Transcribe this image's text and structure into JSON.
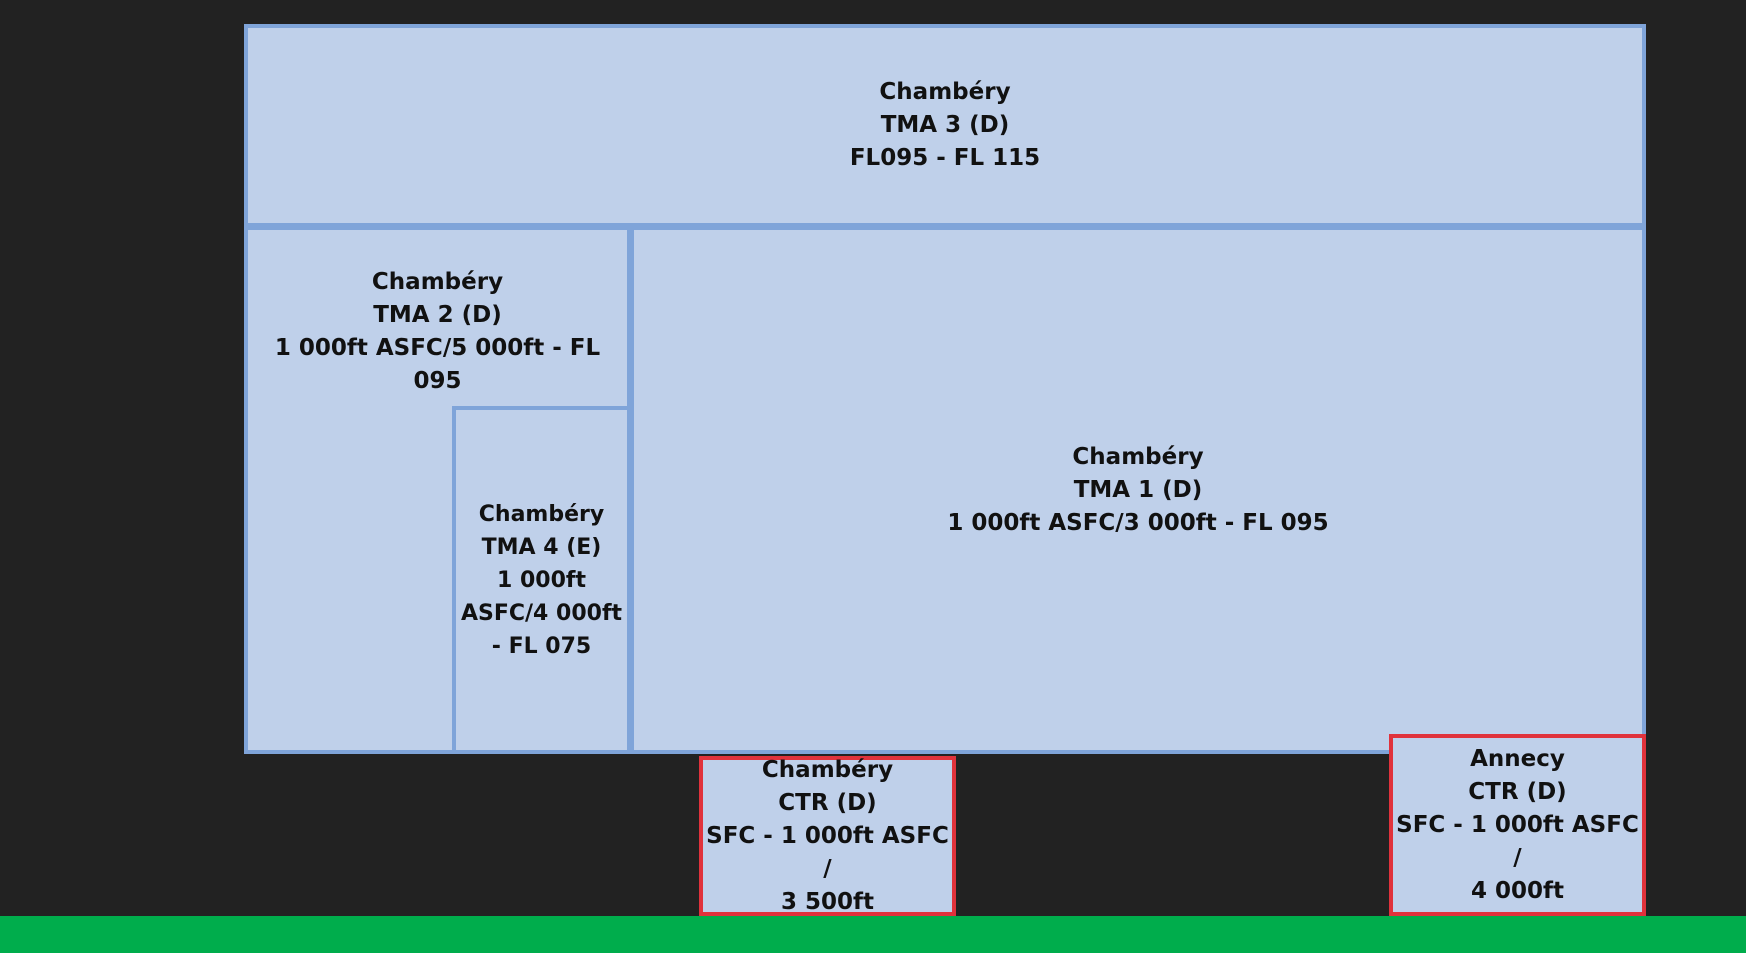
{
  "zones": {
    "tma3": {
      "name": "Chambéry",
      "designation": "TMA 3 (D)",
      "limits": "FL095 - FL 115"
    },
    "tma2": {
      "name": "Chambéry",
      "designation": "TMA 2 (D)",
      "limits": "1 000ft ASFC/5 000ft - FL 095"
    },
    "tma4": {
      "name": "Chambéry",
      "designation": "TMA 4 (E)",
      "limits_line1": "1 000ft",
      "limits_line2": "ASFC/4 000ft",
      "limits_line3": "- FL 075"
    },
    "tma1": {
      "name": "Chambéry",
      "designation": "TMA 1 (D)",
      "limits": "1 000ft ASFC/3 000ft - FL 095"
    },
    "ctr_chambery": {
      "name": "Chambéry",
      "designation": "CTR (D)",
      "limits_line1": "SFC - 1 000ft ASFC /",
      "limits_line2": "3 500ft"
    },
    "ctr_annecy": {
      "name": "Annecy",
      "designation": "CTR (D)",
      "limits_line1": "SFC - 1 000ft ASFC /",
      "limits_line2": "4 000ft"
    }
  },
  "colors": {
    "background": "#222222",
    "tma_fill": "#bfd0ea",
    "tma_border": "#7fa4d9",
    "ctr_border": "#e0323c",
    "ground": "#00ad4c"
  }
}
